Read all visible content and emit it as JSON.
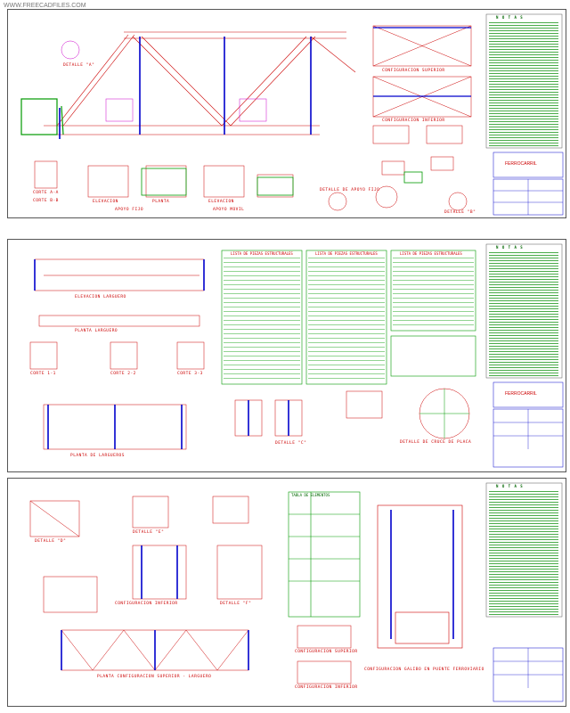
{
  "watermark": "WWW.FREECADFILES.COM",
  "brand_label": "FERROCARRIL",
  "colors": {
    "red": "#cc0000",
    "blue": "#0000cc",
    "green": "#009900",
    "magenta": "#cc00cc",
    "cyan": "#00aaaa"
  },
  "sheet1": {
    "labels": [
      "DETALLE \"A\"",
      "CONFIGURACION SUPERIOR",
      "CONFIGURACION INFERIOR",
      "CORTE A-A",
      "CORTE B-B",
      "ELEVACION",
      "PLANTA",
      "ELEVACION",
      "APOYO FIJO",
      "APOYO MOVIL",
      "DETALLE DE APOYO FIJO",
      "DETALLE \"B\""
    ],
    "notes_title": "N O T A S"
  },
  "sheet2": {
    "labels": [
      "ELEVACION LARGUERO",
      "PLANTA LARGUERO",
      "CORTE 1-1",
      "CORTE 2-2",
      "CORTE 3-3",
      "DETALLE DE CRUCE DE PLACA",
      "DETALLE \"C\"",
      "PLANTA DE LARGUEROS"
    ],
    "table_titles": [
      "LISTA DE PIEZAS ESTRUCTURALES",
      "LISTA DE PIEZAS ESTRUCTURALES",
      "LISTA DE PIEZAS ESTRUCTURALES"
    ],
    "notes_title": "N O T A S"
  },
  "sheet3": {
    "labels": [
      "DETALLE \"D\"",
      "DETALLE \"E\"",
      "CONFIGURACION INFERIOR",
      "DETALLE \"F\"",
      "PLANTA CONFIGURACION SUPERIOR - LARGUERO",
      "CONFIGURACION SUPERIOR",
      "CONFIGURACION INFERIOR",
      "CONFIGURACION GALIBO EN PUENTE FERROVIARIO"
    ],
    "table_title": "TABLA DE ELEMENTOS",
    "notes_title": "N O T A S"
  }
}
